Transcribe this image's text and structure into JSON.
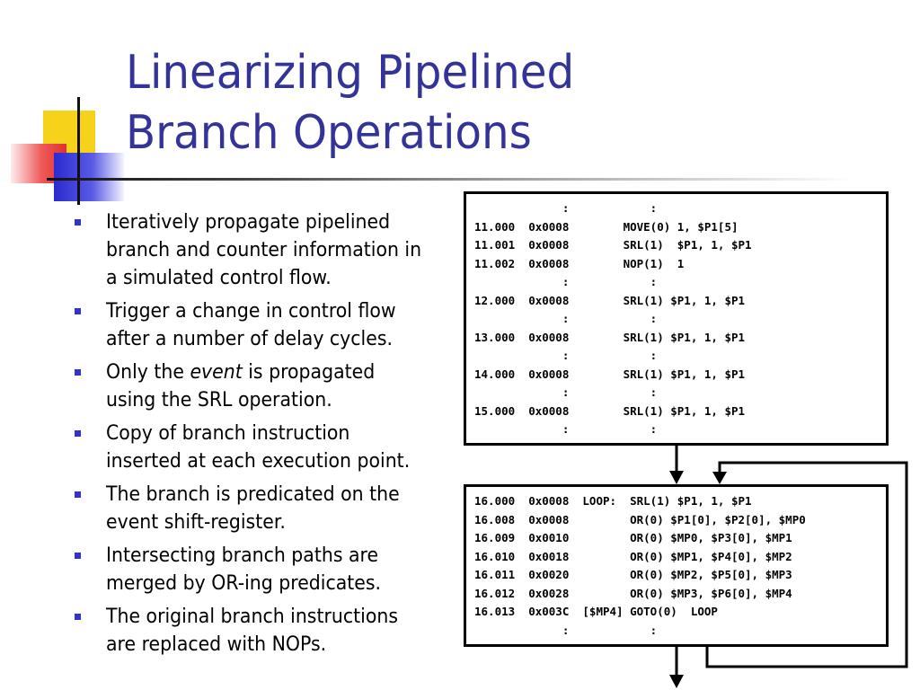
{
  "title": {
    "line1": "Linearizing Pipelined",
    "line2": "Branch Operations"
  },
  "bullets": [
    {
      "lines": [
        "Iteratively propagate pipelined",
        "branch and counter information in",
        "a simulated control flow."
      ]
    },
    {
      "lines": [
        "Trigger a change in control flow",
        "after a number of delay cycles."
      ]
    },
    {
      "pre": "Only the ",
      "em": "event",
      "post": " is propagated",
      "line2": "using the SRL operation."
    },
    {
      "lines": [
        "Copy of branch instruction",
        "inserted at each execution point."
      ]
    },
    {
      "lines": [
        "The branch is predicated on the",
        "event shift-register."
      ]
    },
    {
      "lines": [
        "Intersecting branch paths are",
        "merged by OR-ing predicates."
      ]
    },
    {
      "lines": [
        "The original branch instructions",
        "are replaced with NOPs."
      ]
    }
  ],
  "code_block_1": [
    "             :            :",
    "11.000  0x0008        MOVE(0) 1, $P1[5]",
    "11.001  0x0008        SRL(1)  $P1, 1, $P1",
    "11.002  0x0008        NOP(1)  1",
    "             :            :",
    "12.000  0x0008        SRL(1) $P1, 1, $P1",
    "             :            :",
    "13.000  0x0008        SRL(1) $P1, 1, $P1",
    "             :            :",
    "14.000  0x0008        SRL(1) $P1, 1, $P1",
    "             :            :",
    "15.000  0x0008        SRL(1) $P1, 1, $P1",
    "             :            :"
  ],
  "code_block_2": [
    "16.000  0x0008  LOOP:  SRL(1) $P1, 1, $P1",
    "16.008  0x0008         OR(0) $P1[0], $P2[0], $MP0",
    "16.009  0x0010         OR(0) $MP0, $P3[0], $MP1",
    "16.010  0x0018         OR(0) $MP1, $P4[0], $MP2",
    "16.011  0x0020         OR(0) $MP2, $P5[0], $MP3",
    "16.012  0x0028         OR(0) $MP3, $P6[0], $MP4",
    "16.013  0x003C  [$MP4] GOTO(0)  LOOP",
    "             :            :"
  ],
  "colors": {
    "title": "#333399",
    "bullet_marker": "#3333cc",
    "deco_yellow": "#f7d21a",
    "deco_red": "#e23030",
    "deco_blue": "#2a2ad0"
  }
}
